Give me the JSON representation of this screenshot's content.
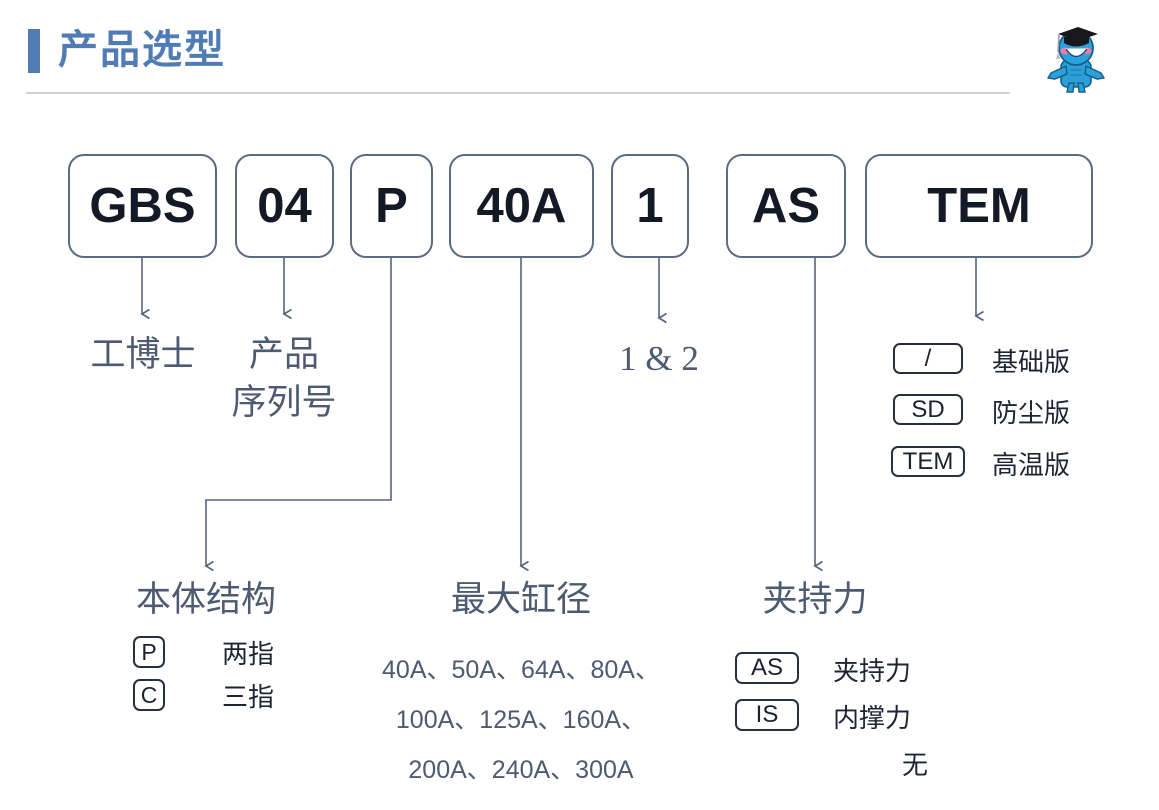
{
  "header": {
    "title": "产品选型",
    "accent_color": "#4f7cb5",
    "rule_color": "#d0d2d5",
    "mascot_name": "工博士 mascot"
  },
  "code_boxes": [
    {
      "id": "brand",
      "text": "GBS"
    },
    {
      "id": "serial",
      "text": "04"
    },
    {
      "id": "body",
      "text": "P"
    },
    {
      "id": "bore",
      "text": "40A"
    },
    {
      "id": "stroke",
      "text": "1"
    },
    {
      "id": "force",
      "text": "AS"
    },
    {
      "id": "version",
      "text": "TEM"
    }
  ],
  "callouts": {
    "brand_label": "工博士",
    "serial_label_1": "产品",
    "serial_label_2": "序列号",
    "stroke_label": "1 & 2",
    "body_title": "本体结构",
    "bore_title": "最大缸径",
    "force_title": "夹持力"
  },
  "body_options": [
    {
      "code": "P",
      "desc": "两指"
    },
    {
      "code": "C",
      "desc": "三指"
    }
  ],
  "bore_sizes": [
    "40A、50A、64A、80A、",
    "100A、125A、160A、",
    "200A、240A、300A"
  ],
  "force_options": [
    {
      "code": "AS",
      "desc": "夹持力"
    },
    {
      "code": "IS",
      "desc": "内撑力"
    },
    {
      "code": "",
      "desc": "无"
    }
  ],
  "version_options": [
    {
      "code": "/",
      "desc": "基础版"
    },
    {
      "code": "SD",
      "desc": "防尘版"
    },
    {
      "code": "TEM",
      "desc": "高温版"
    }
  ],
  "colors": {
    "accent": "#4f7cb5",
    "box_border": "#5b6b84",
    "box_text": "#131a26",
    "label_text": "#4d5a70",
    "wire": "#56647d"
  }
}
